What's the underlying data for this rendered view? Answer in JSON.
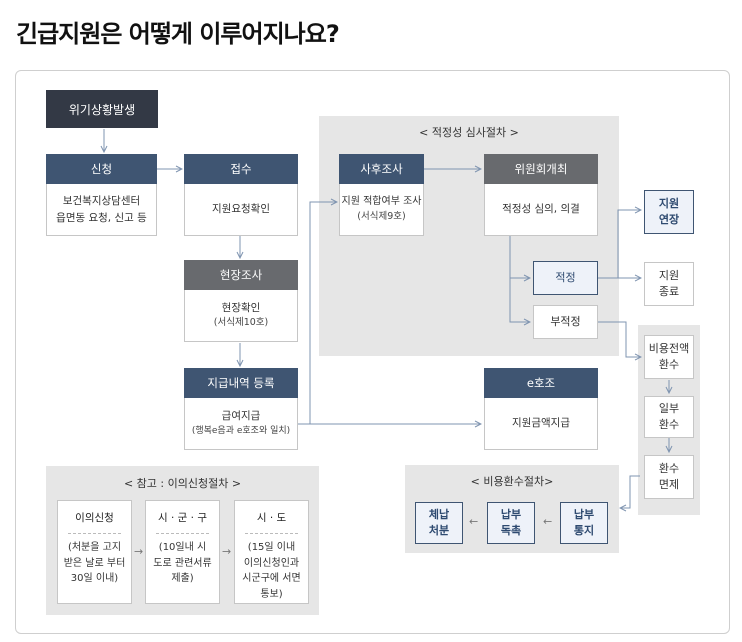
{
  "page_title": "긴급지원은 어떻게 이루어지나요?",
  "nodes": {
    "crisis": "위기상황발생",
    "apply": {
      "header": "신청",
      "body": [
        "보건복지상담센터",
        "읍면동 요청, 신고 등"
      ]
    },
    "receipt": {
      "header": "접수",
      "body": "지원요청확인"
    },
    "field": {
      "header": "현장조사",
      "body": "현장확인",
      "sub": "(서식제10호)"
    },
    "register": {
      "header": "지급내역 등록",
      "body": "급여지급",
      "sub": "(행복e음과 e호조와 일치)"
    },
    "post_review": {
      "header": "사후조사",
      "body": "지원 적합여부 조사",
      "sub": "(서식제9호)"
    },
    "committee": {
      "header": "위원회개최",
      "body": "적정성 심의, 의결"
    },
    "appropriate": "적정",
    "inappropriate": "부적정",
    "extend": "지원\n연장",
    "terminate": "지원\n종료",
    "ehojo": {
      "header": "e호조",
      "body": "지원금액지급"
    },
    "full_refund": "비용전액\n환수",
    "partial_refund": "일부\n환수",
    "refund_exempt": "환수\n면제",
    "pay_notice": "납부\n통지",
    "pay_demand": "납부\n독촉",
    "disposition": "체납\n처분"
  },
  "panels": {
    "review": "< 적정성 심사절차 >",
    "objection": "< 참고 : 이의신청절차 >",
    "refund": "< 비용환수절차>"
  },
  "objection_steps": [
    {
      "title": "이의신청",
      "body": "(처분을 고지\n받은 날로 부터\n30일 이내)"
    },
    {
      "title": "시 · 군 · 구",
      "body": "(10일내 시\n도로 관련서류\n제출)"
    },
    {
      "title": "시 · 도",
      "body": "(15일 이내\n이의신청인과\n시군구에 서면\n통보)"
    }
  ],
  "colors": {
    "navy": "#3f5572",
    "gray": "#686a6e",
    "dark": "#333945",
    "panel": "#e6e6e6",
    "line": "#7f94b0"
  }
}
